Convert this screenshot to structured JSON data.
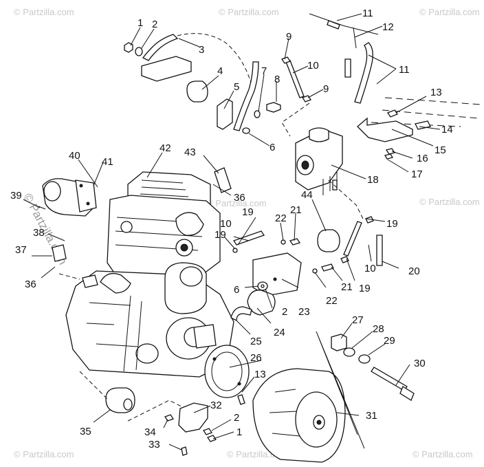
{
  "watermark": {
    "text": "© Partzilla.com"
  },
  "callouts": [
    {
      "id": "c1a",
      "text": "1"
    },
    {
      "id": "c2a",
      "text": "2"
    },
    {
      "id": "c3",
      "text": "3"
    },
    {
      "id": "c4",
      "text": "4"
    },
    {
      "id": "c5",
      "text": "5"
    },
    {
      "id": "c7",
      "text": "7"
    },
    {
      "id": "c8",
      "text": "8"
    },
    {
      "id": "c6a",
      "text": "6"
    },
    {
      "id": "c9a",
      "text": "9"
    },
    {
      "id": "c10a",
      "text": "10"
    },
    {
      "id": "c9b",
      "text": "9"
    },
    {
      "id": "c11a",
      "text": "11"
    },
    {
      "id": "c12",
      "text": "12"
    },
    {
      "id": "c11b",
      "text": "11"
    },
    {
      "id": "c13a",
      "text": "13"
    },
    {
      "id": "c14",
      "text": "14"
    },
    {
      "id": "c15",
      "text": "15"
    },
    {
      "id": "c16",
      "text": "16"
    },
    {
      "id": "c17",
      "text": "17"
    },
    {
      "id": "c18",
      "text": "18"
    },
    {
      "id": "c40",
      "text": "40"
    },
    {
      "id": "c41",
      "text": "41"
    },
    {
      "id": "c42",
      "text": "42"
    },
    {
      "id": "c43",
      "text": "43"
    },
    {
      "id": "c36a",
      "text": "36"
    },
    {
      "id": "c39",
      "text": "39"
    },
    {
      "id": "c38",
      "text": "38"
    },
    {
      "id": "c44",
      "text": "44"
    },
    {
      "id": "c19a",
      "text": "19"
    },
    {
      "id": "c22a",
      "text": "22"
    },
    {
      "id": "c21a",
      "text": "21"
    },
    {
      "id": "c19b",
      "text": "19"
    },
    {
      "id": "c10b",
      "text": "10"
    },
    {
      "id": "c19c",
      "text": "19"
    },
    {
      "id": "c37",
      "text": "37"
    },
    {
      "id": "c36b",
      "text": "36"
    },
    {
      "id": "c6b",
      "text": "6"
    },
    {
      "id": "c2b",
      "text": "2"
    },
    {
      "id": "c23",
      "text": "23"
    },
    {
      "id": "c22b",
      "text": "22"
    },
    {
      "id": "c21b",
      "text": "21"
    },
    {
      "id": "c19d",
      "text": "19"
    },
    {
      "id": "c10c",
      "text": "10"
    },
    {
      "id": "c20",
      "text": "20"
    },
    {
      "id": "c24",
      "text": "24"
    },
    {
      "id": "c25",
      "text": "25"
    },
    {
      "id": "c27",
      "text": "27"
    },
    {
      "id": "c28",
      "text": "28"
    },
    {
      "id": "c29",
      "text": "29"
    },
    {
      "id": "c30",
      "text": "30"
    },
    {
      "id": "c26",
      "text": "26"
    },
    {
      "id": "c13b",
      "text": "13"
    },
    {
      "id": "c32",
      "text": "32"
    },
    {
      "id": "c2c",
      "text": "2"
    },
    {
      "id": "c1b",
      "text": "1"
    },
    {
      "id": "c31",
      "text": "31"
    },
    {
      "id": "c34",
      "text": "34"
    },
    {
      "id": "c33",
      "text": "33"
    },
    {
      "id": "c35",
      "text": "35"
    }
  ]
}
